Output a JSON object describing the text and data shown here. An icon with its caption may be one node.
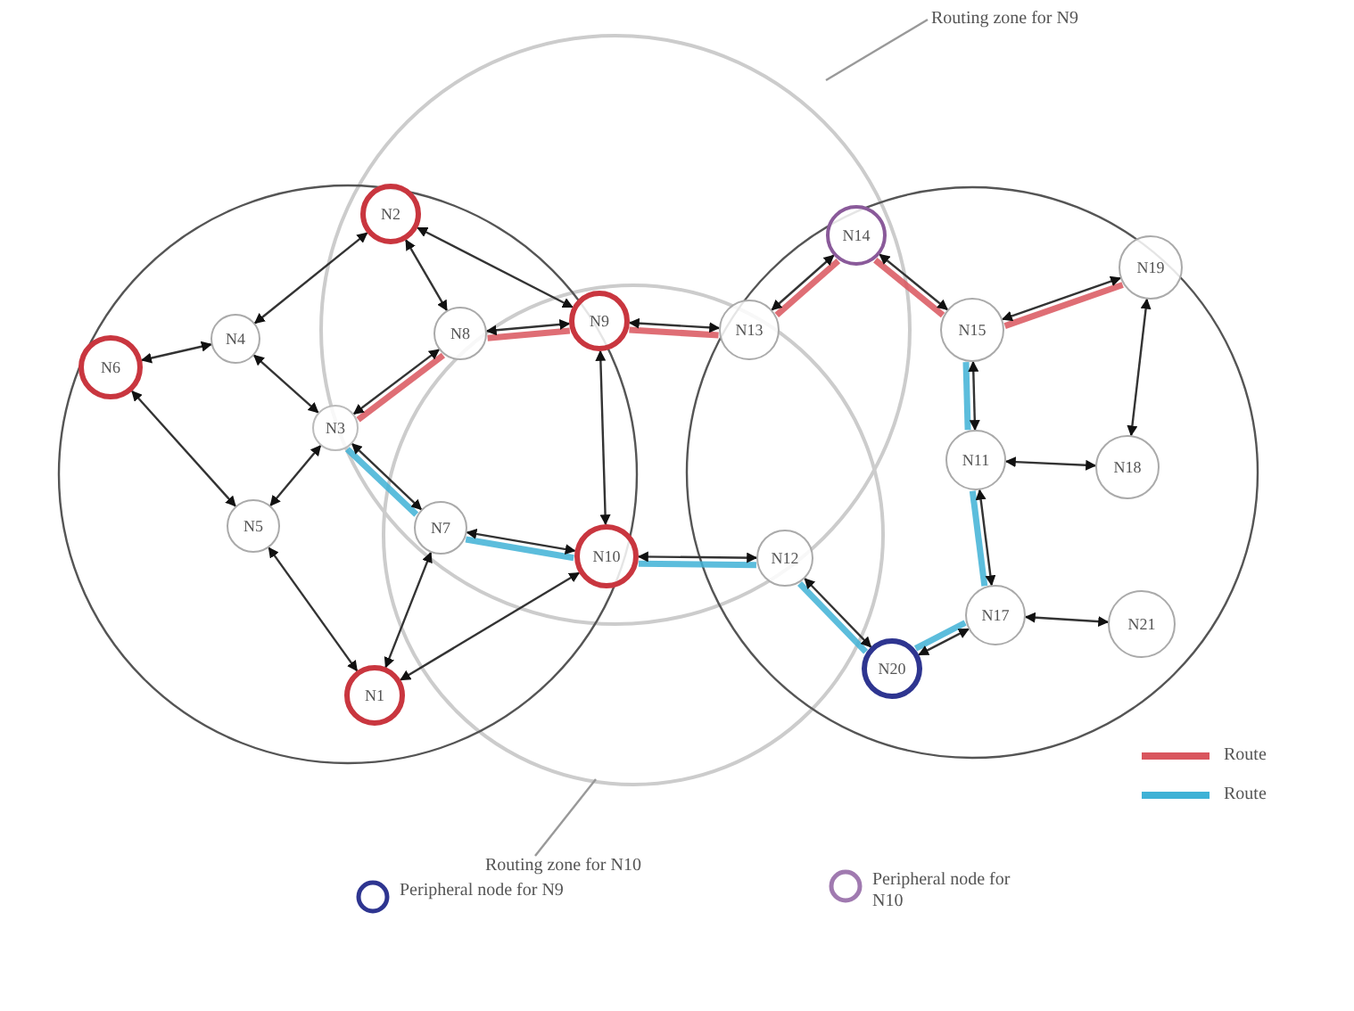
{
  "diagram": {
    "nodes": [
      {
        "text": [
          "N2"
        ]
      },
      {
        "text": [
          "N4"
        ]
      },
      {
        "text": [
          "N8"
        ]
      },
      {
        "text": [
          "N9"
        ]
      },
      {
        "text": [
          "N6"
        ]
      },
      {
        "text": [
          "N3"
        ]
      },
      {
        "text": [
          "N5"
        ]
      },
      {
        "text": [
          "N7"
        ]
      },
      {
        "text": [
          "N10"
        ]
      },
      {
        "text": [
          "N1"
        ]
      },
      {
        "text": [
          "N13"
        ]
      },
      {
        "text": [
          "N14"
        ]
      },
      {
        "text": [
          "N15"
        ]
      },
      {
        "text": [
          "N19"
        ]
      },
      {
        "text": [
          "N11"
        ]
      },
      {
        "text": [
          "N18"
        ]
      },
      {
        "text": [
          "N12"
        ]
      },
      {
        "text": [
          "N20"
        ]
      },
      {
        "text": [
          "N17"
        ]
      },
      {
        "text": [
          "N21"
        ]
      },
      {
        "text": [
          "Routing zone for N9"
        ]
      },
      {
        "text": [
          "Routing zone for N10"
        ]
      }
    ],
    "edges": [
      {
        "from": 0,
        "to": 1,
        "arrow": "both"
      },
      {
        "from": 0,
        "to": 2,
        "arrow": "both"
      },
      {
        "from": 0,
        "to": 3,
        "arrow": "both"
      },
      {
        "from": 1,
        "to": 4,
        "arrow": "both"
      },
      {
        "from": 1,
        "to": 5,
        "arrow": "both"
      },
      {
        "from": 2,
        "to": 3,
        "arrow": "both"
      },
      {
        "from": 2,
        "to": 5,
        "arrow": "both"
      },
      {
        "from": 4,
        "to": 6,
        "arrow": "both"
      },
      {
        "from": 5,
        "to": 6,
        "arrow": "both"
      },
      {
        "from": 5,
        "to": 7,
        "arrow": "both"
      },
      {
        "from": 6,
        "to": 9,
        "arrow": "both"
      },
      {
        "from": 7,
        "to": 9,
        "arrow": "both"
      },
      {
        "from": 7,
        "to": 8,
        "arrow": "both"
      },
      {
        "from": 3,
        "to": 8,
        "arrow": "both"
      },
      {
        "from": 8,
        "to": 9,
        "arrow": "both"
      },
      {
        "from": 3,
        "to": 10,
        "arrow": "both"
      },
      {
        "from": 8,
        "to": 16,
        "arrow": "both"
      },
      {
        "from": 10,
        "to": 11,
        "arrow": "both"
      },
      {
        "from": 11,
        "to": 12,
        "arrow": "both"
      },
      {
        "from": 12,
        "to": 13,
        "arrow": "both"
      },
      {
        "from": 13,
        "to": 15,
        "arrow": "both"
      },
      {
        "from": 12,
        "to": 14,
        "arrow": "both"
      },
      {
        "from": 15,
        "to": 14,
        "arrow": "both"
      },
      {
        "from": 14,
        "to": 18,
        "arrow": "both"
      },
      {
        "from": 16,
        "to": 17,
        "arrow": "both"
      },
      {
        "from": 18,
        "to": 17,
        "arrow": "both"
      },
      {
        "from": 18,
        "to": 19,
        "arrow": "both"
      },
      {
        "from": 20,
        "to": null,
        "arrow": "none",
        "color": "#999999"
      },
      {
        "from": 21,
        "to": null,
        "arrow": "none",
        "color": "#999999"
      },
      {
        "from": 5,
        "to": 2,
        "arrow": "none",
        "style": "thick",
        "color": "#d9555d"
      },
      {
        "from": 2,
        "to": 3,
        "arrow": "none",
        "style": "thick",
        "color": "#d9555d"
      },
      {
        "from": 3,
        "to": 10,
        "arrow": "none",
        "style": "thick",
        "color": "#d9555d"
      },
      {
        "from": 10,
        "to": 11,
        "arrow": "none",
        "style": "thick",
        "color": "#d9555d"
      },
      {
        "from": 11,
        "to": 12,
        "arrow": "none",
        "style": "thick",
        "color": "#d9555d"
      },
      {
        "from": 12,
        "to": 13,
        "arrow": "none",
        "style": "thick",
        "color": "#d9555d"
      },
      {
        "from": 5,
        "to": 7,
        "arrow": "none",
        "style": "thick",
        "color": "#3fb2d6"
      },
      {
        "from": 7,
        "to": 8,
        "arrow": "none",
        "style": "thick",
        "color": "#3fb2d6"
      },
      {
        "from": 8,
        "to": 16,
        "arrow": "none",
        "style": "thick",
        "color": "#3fb2d6"
      },
      {
        "from": 16,
        "to": 17,
        "arrow": "none",
        "style": "thick",
        "color": "#3fb2d6"
      },
      {
        "from": 12,
        "to": 14,
        "arrow": "none",
        "style": "thick",
        "color": "#3fb2d6"
      },
      {
        "from": 14,
        "to": 18,
        "arrow": "none",
        "style": "thick",
        "color": "#3fb2d6"
      },
      {
        "from": 18,
        "to": 17,
        "arrow": "none",
        "style": "thick",
        "color": "#3fb2d6"
      }
    ],
    "legend": [
      {
        "text": "Route",
        "color": "#d9555d"
      },
      {
        "text": "Route",
        "color": "#3fb2d6"
      },
      {
        "text": "Peripheral node for N9",
        "color": "#2e3590"
      },
      {
        "text": "Peripheral node for N10",
        "color": "#a07ab0"
      }
    ]
  }
}
